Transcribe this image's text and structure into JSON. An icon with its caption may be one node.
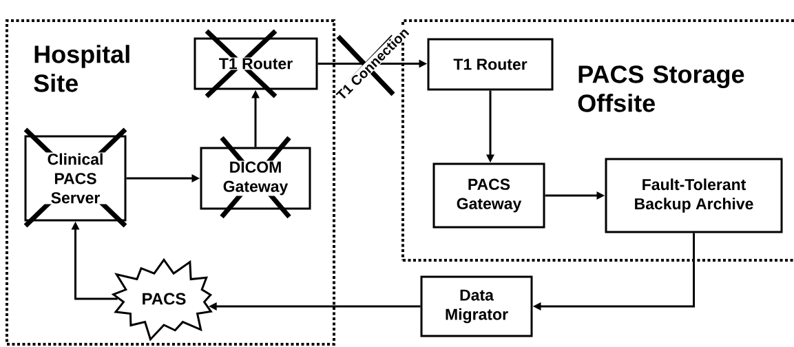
{
  "diagram": {
    "nodes": [
      {
        "text": [
          "Hospital Site"
        ]
      },
      {
        "text": [
          "T1 Router"
        ],
        "in": 0
      },
      {
        "text": [
          "Clinical PACS Server"
        ],
        "in": 0
      },
      {
        "text": [
          "DICOM Gateway"
        ],
        "in": 0
      },
      {
        "text": [
          "PACS"
        ],
        "in": 0
      },
      {
        "text": [
          "PACS Storage Offsite"
        ]
      },
      {
        "text": [
          "T1 Router"
        ],
        "in": 5
      },
      {
        "text": [
          "PACS Gateway"
        ],
        "in": 5
      },
      {
        "text": [
          "Fault-Tolerant Backup Archive"
        ],
        "in": 5
      },
      {
        "text": [
          "Data Migrator"
        ]
      }
    ],
    "edges": [
      {
        "from": 2,
        "to": 3,
        "arrow": "to"
      },
      {
        "from": 3,
        "to": 1,
        "arrow": "to"
      },
      {
        "from": 1,
        "to": 6,
        "arrow": "to",
        "label": "T1 Connection"
      },
      {
        "from": 6,
        "to": 7,
        "arrow": "to"
      },
      {
        "from": 7,
        "to": 8,
        "arrow": "to"
      },
      {
        "from": 8,
        "to": 9,
        "arrow": "to"
      },
      {
        "from": 9,
        "to": 4,
        "arrow": "to"
      },
      {
        "from": 4,
        "to": 2,
        "arrow": "to"
      }
    ]
  }
}
